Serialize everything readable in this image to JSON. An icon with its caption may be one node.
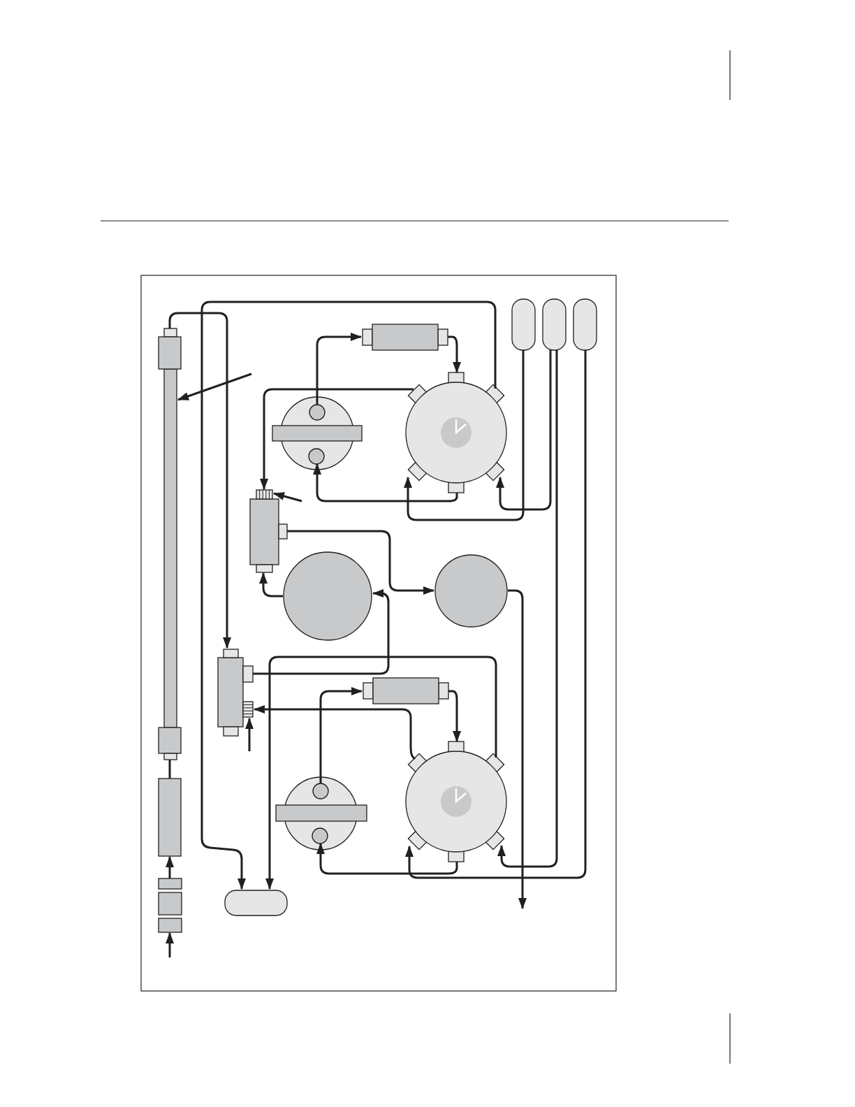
{
  "diagram": {
    "nodes": [
      {
        "text": [],
        "shape": "bottle"
      },
      {
        "text": [],
        "shape": "bottle"
      },
      {
        "text": [],
        "shape": "bottle"
      },
      {
        "text": [],
        "shape": "box"
      },
      {
        "text": [],
        "shape": "tube"
      },
      {
        "text": [],
        "shape": "disc"
      },
      {
        "text": [],
        "shape": "valve"
      },
      {
        "text": [],
        "shape": "box"
      },
      {
        "text": [],
        "shape": "circle"
      },
      {
        "text": [],
        "shape": "circle"
      },
      {
        "text": [],
        "shape": "box"
      },
      {
        "text": [],
        "shape": "box"
      },
      {
        "text": [],
        "shape": "valve"
      },
      {
        "text": [],
        "shape": "disc"
      },
      {
        "text": [],
        "shape": "box"
      },
      {
        "text": [],
        "shape": "box"
      },
      {
        "text": [],
        "shape": "box"
      }
    ],
    "edges": [
      {
        "from": 4,
        "to": 10,
        "arrow": "to"
      },
      {
        "from": 6,
        "to": 16,
        "arrow": "to"
      },
      {
        "from": 5,
        "to": 3,
        "arrow": "to"
      },
      {
        "from": 3,
        "to": 6,
        "arrow": "to"
      },
      {
        "from": 6,
        "to": 5,
        "arrow": "to"
      },
      {
        "from": 6,
        "to": 7,
        "arrow": "to"
      },
      {
        "from": 0,
        "to": 6,
        "arrow": "to"
      },
      {
        "from": 1,
        "to": 6,
        "arrow": "to"
      },
      {
        "from": 1,
        "to": 12,
        "arrow": "to"
      },
      {
        "from": 2,
        "to": 12,
        "arrow": "to"
      },
      {
        "from": null,
        "to": 4,
        "arrow": "to"
      },
      {
        "from": null,
        "to": 7,
        "arrow": "to"
      },
      {
        "from": 7,
        "to": 9,
        "arrow": "to"
      },
      {
        "from": 8,
        "to": 7,
        "arrow": "to"
      },
      {
        "from": 9,
        "to": null,
        "arrow": "to"
      },
      {
        "from": 10,
        "to": 8,
        "arrow": "to"
      },
      {
        "from": null,
        "to": 10,
        "arrow": "to"
      },
      {
        "from": 12,
        "to": 10,
        "arrow": "to"
      },
      {
        "from": 12,
        "to": 16,
        "arrow": "to"
      },
      {
        "from": 13,
        "to": 11,
        "arrow": "to"
      },
      {
        "from": 11,
        "to": 12,
        "arrow": "to"
      },
      {
        "from": 12,
        "to": 13,
        "arrow": "to"
      },
      {
        "from": 4,
        "to": 14,
        "arrow": "none"
      },
      {
        "from": 15,
        "to": 14,
        "arrow": "to"
      },
      {
        "from": null,
        "to": 15,
        "arrow": "to"
      }
    ]
  }
}
